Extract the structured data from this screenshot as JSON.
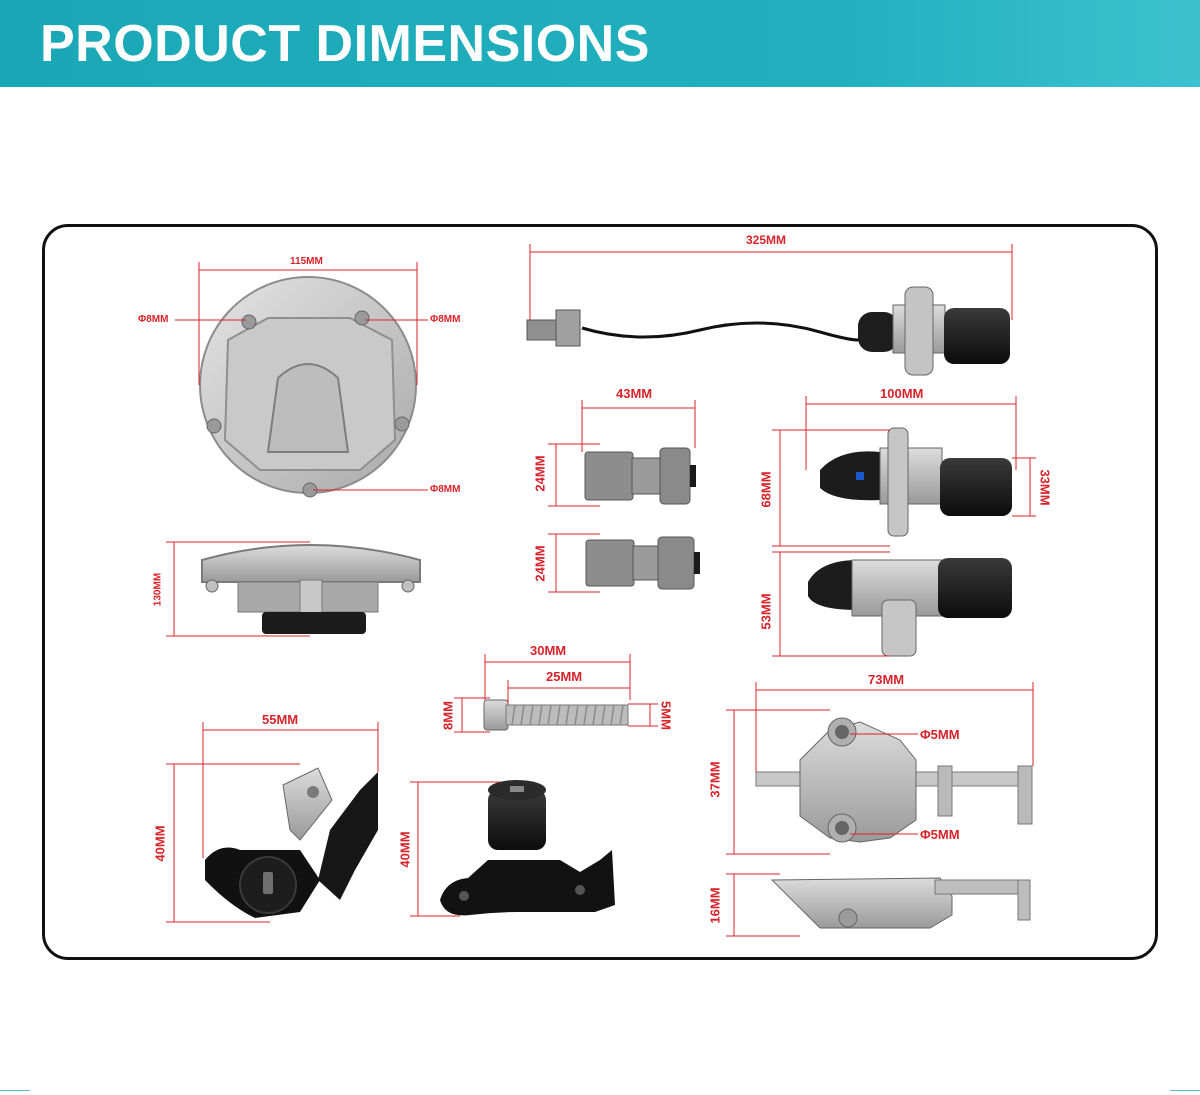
{
  "banner": {
    "title": "PRODUCT DIMENSIONS",
    "color": "#1aa8b6"
  },
  "dimension_color": "#d8232a",
  "labels": {
    "fuel_cap_width": "115MM",
    "fuel_cap_hole_left": "Φ8MM",
    "fuel_cap_hole_right": "Φ8MM",
    "fuel_cap_hole_bottom": "Φ8MM",
    "fuel_cap_height": "130MM",
    "cable_length": "325MM",
    "connector_width": "43MM",
    "connector_height_top": "24MM",
    "connector_height_bottom": "24MM",
    "ignition_width": "100MM",
    "ignition_height": "68MM",
    "ignition_barrel": "33MM",
    "ignition_lower_height": "53MM",
    "screw_total": "30MM",
    "screw_thread": "25MM",
    "screw_head": "8MM",
    "screw_diameter": "5MM",
    "seat_lock_width": "55MM",
    "seat_lock_height": "40MM",
    "helmet_lock_height": "40MM",
    "bracket_width": "73MM",
    "bracket_hole_top": "Φ5MM",
    "bracket_hole_bottom": "Φ5MM",
    "bracket_height": "37MM",
    "bracket_side_height": "16MM"
  }
}
